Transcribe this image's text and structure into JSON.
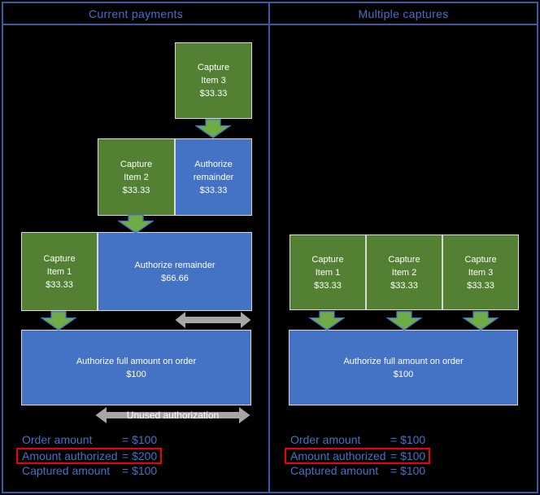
{
  "left_panel": {
    "title": "Current payments",
    "boxes": {
      "item3": {
        "lines": [
          "Capture",
          "Item 3",
          "$33.33"
        ]
      },
      "item2": {
        "lines": [
          "Capture",
          "Item 2",
          "$33.33"
        ]
      },
      "auth_rem_33": {
        "lines": [
          "Authorize",
          "remainder",
          "$33.33"
        ]
      },
      "item1": {
        "lines": [
          "Capture",
          "Item 1",
          "$33.33"
        ]
      },
      "auth_rem_66": {
        "lines": [
          "Authorize remainder",
          "$66.66"
        ]
      },
      "auth_full": {
        "lines": [
          "Authorize full amount on order",
          "$100"
        ]
      }
    },
    "unused_label": "Unused authorization",
    "summary": {
      "rows": [
        {
          "label": "Order amount",
          "value": "= $100"
        },
        {
          "label": "Amount authorized",
          "value": "= $200"
        },
        {
          "label": "Captured amount",
          "value": "= $100"
        }
      ]
    }
  },
  "right_panel": {
    "title": "Multiple captures",
    "boxes": {
      "item1": {
        "lines": [
          "Capture",
          "Item 1",
          "$33.33"
        ]
      },
      "item2": {
        "lines": [
          "Capture",
          "Item 2",
          "$33.33"
        ]
      },
      "item3": {
        "lines": [
          "Capture",
          "Item 3",
          "$33.33"
        ]
      },
      "auth_full": {
        "lines": [
          "Authorize full amount on order",
          "$100"
        ]
      }
    },
    "summary": {
      "rows": [
        {
          "label": "Order amount",
          "value": "= $100"
        },
        {
          "label": "Amount authorized",
          "value": "= $100"
        },
        {
          "label": "Captured amount",
          "value": "= $100"
        }
      ]
    }
  },
  "colors": {
    "green_box": "#538033",
    "arrow_green": "#6FAC46",
    "arrow_stroke": "#4472C4",
    "blue_box": "#4472C4",
    "gray_arrow": "#A6A6A6",
    "panel_border": "#3A5AA8",
    "text_blue": "#4472C4",
    "highlight_red": "#F20000",
    "box_border": "#D9D9D9"
  }
}
